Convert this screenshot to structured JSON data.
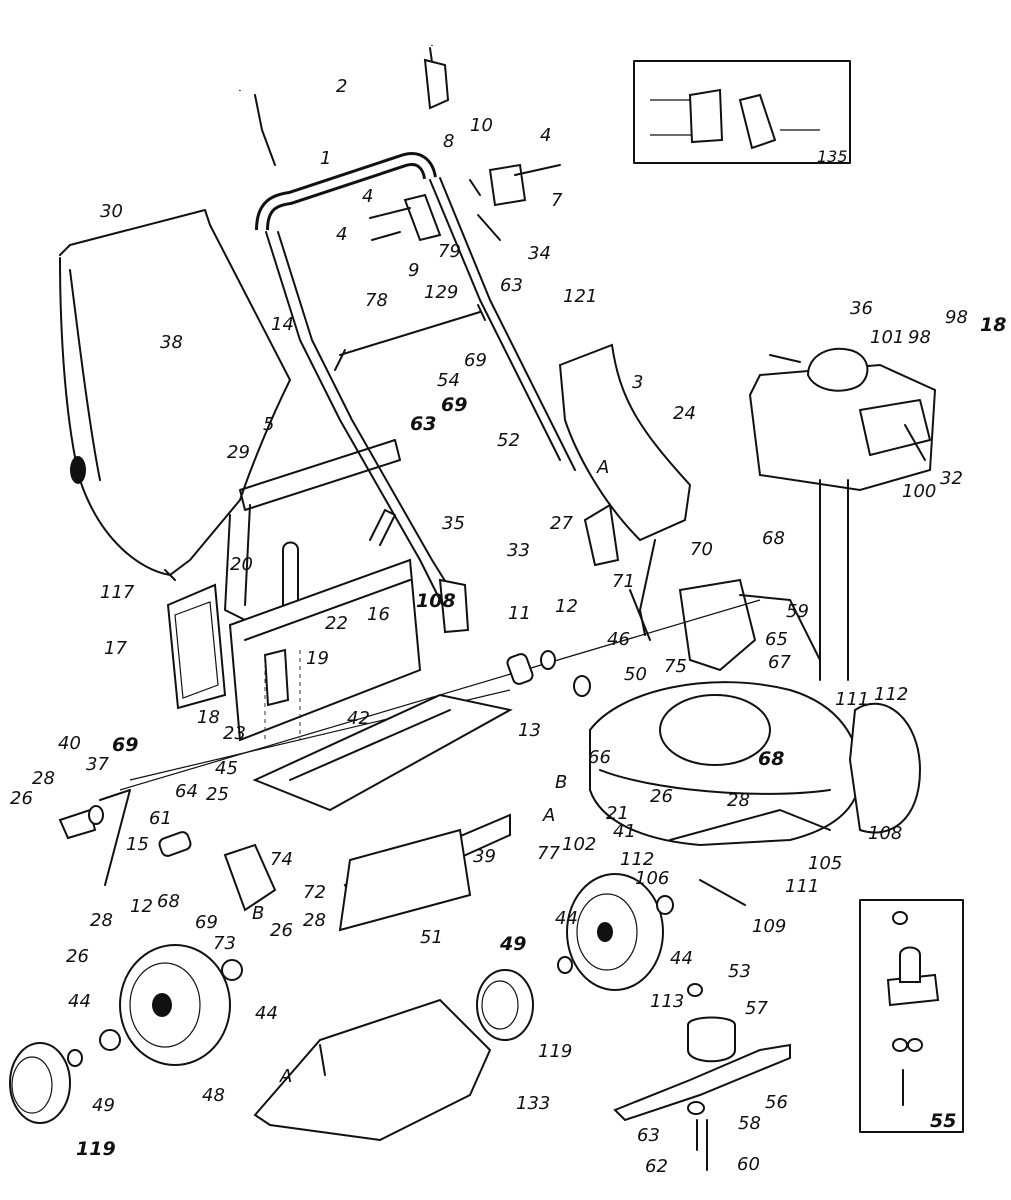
{
  "labels": {
    "p1": "1",
    "p2": "2",
    "p3": "3",
    "p4a": "4",
    "p4b": "4",
    "p4c": "4",
    "p5": "5",
    "p7": "7",
    "p8": "8",
    "p9": "9",
    "p10": "10",
    "p11": "11",
    "p12a": "12",
    "p12b": "12",
    "p13": "13",
    "p14": "14",
    "p15": "15",
    "p16": "16",
    "p17": "17",
    "p18a": "18",
    "p18b": "18",
    "p19": "19",
    "p20": "20",
    "p21": "21",
    "p22": "22",
    "p23": "23",
    "p24": "24",
    "p25": "25",
    "p26a": "26",
    "p26b": "26",
    "p26c": "26",
    "p26d": "26",
    "p27": "27",
    "p28a": "28",
    "p28b": "28",
    "p28c": "28",
    "p28d": "28",
    "p29": "29",
    "p30": "30",
    "p32": "32",
    "p33": "33",
    "p34": "34",
    "p35": "35",
    "p36": "36",
    "p37": "37",
    "p38": "38",
    "p39": "39",
    "p40": "40",
    "p41": "41",
    "p42": "42",
    "p44a": "44",
    "p44b": "44",
    "p44c": "44",
    "p44d": "44",
    "p45": "45",
    "p46": "46",
    "p48": "48",
    "p49a": "49",
    "p49b": "49",
    "p50": "50",
    "p51": "51",
    "p52": "52",
    "p53": "53",
    "p54": "54",
    "p55": "55",
    "p56": "56",
    "p57": "57",
    "p58": "58",
    "p59": "59",
    "p60": "60",
    "p61": "61",
    "p62": "62",
    "p63a": "63",
    "p63b": "63",
    "p63c": "63",
    "p64": "64",
    "p65": "65",
    "p66": "66",
    "p67": "67",
    "p68a": "68",
    "p68b": "68",
    "p68c": "68",
    "p69a": "69",
    "p69b": "69",
    "p69c": "69",
    "p69d": "69",
    "p70": "70",
    "p71": "71",
    "p72": "72",
    "p73": "73",
    "p74": "74",
    "p75": "75",
    "p77": "77",
    "p78": "78",
    "p79": "79",
    "p98a": "98",
    "p98b": "98",
    "p100": "100",
    "p101": "101",
    "p102": "102",
    "p105": "105",
    "p106": "106",
    "p108a": "108",
    "p108b": "108",
    "p109": "109",
    "p111a": "111",
    "p111b": "111",
    "p112a": "112",
    "p112b": "112",
    "p113": "113",
    "p117": "117",
    "p119a": "119",
    "p119b": "119",
    "p121": "121",
    "p129": "129",
    "p133": "133",
    "p135": "135",
    "refA1": "A",
    "refA2": "A",
    "refA3": "A",
    "refB1": "B",
    "refB2": "B"
  }
}
